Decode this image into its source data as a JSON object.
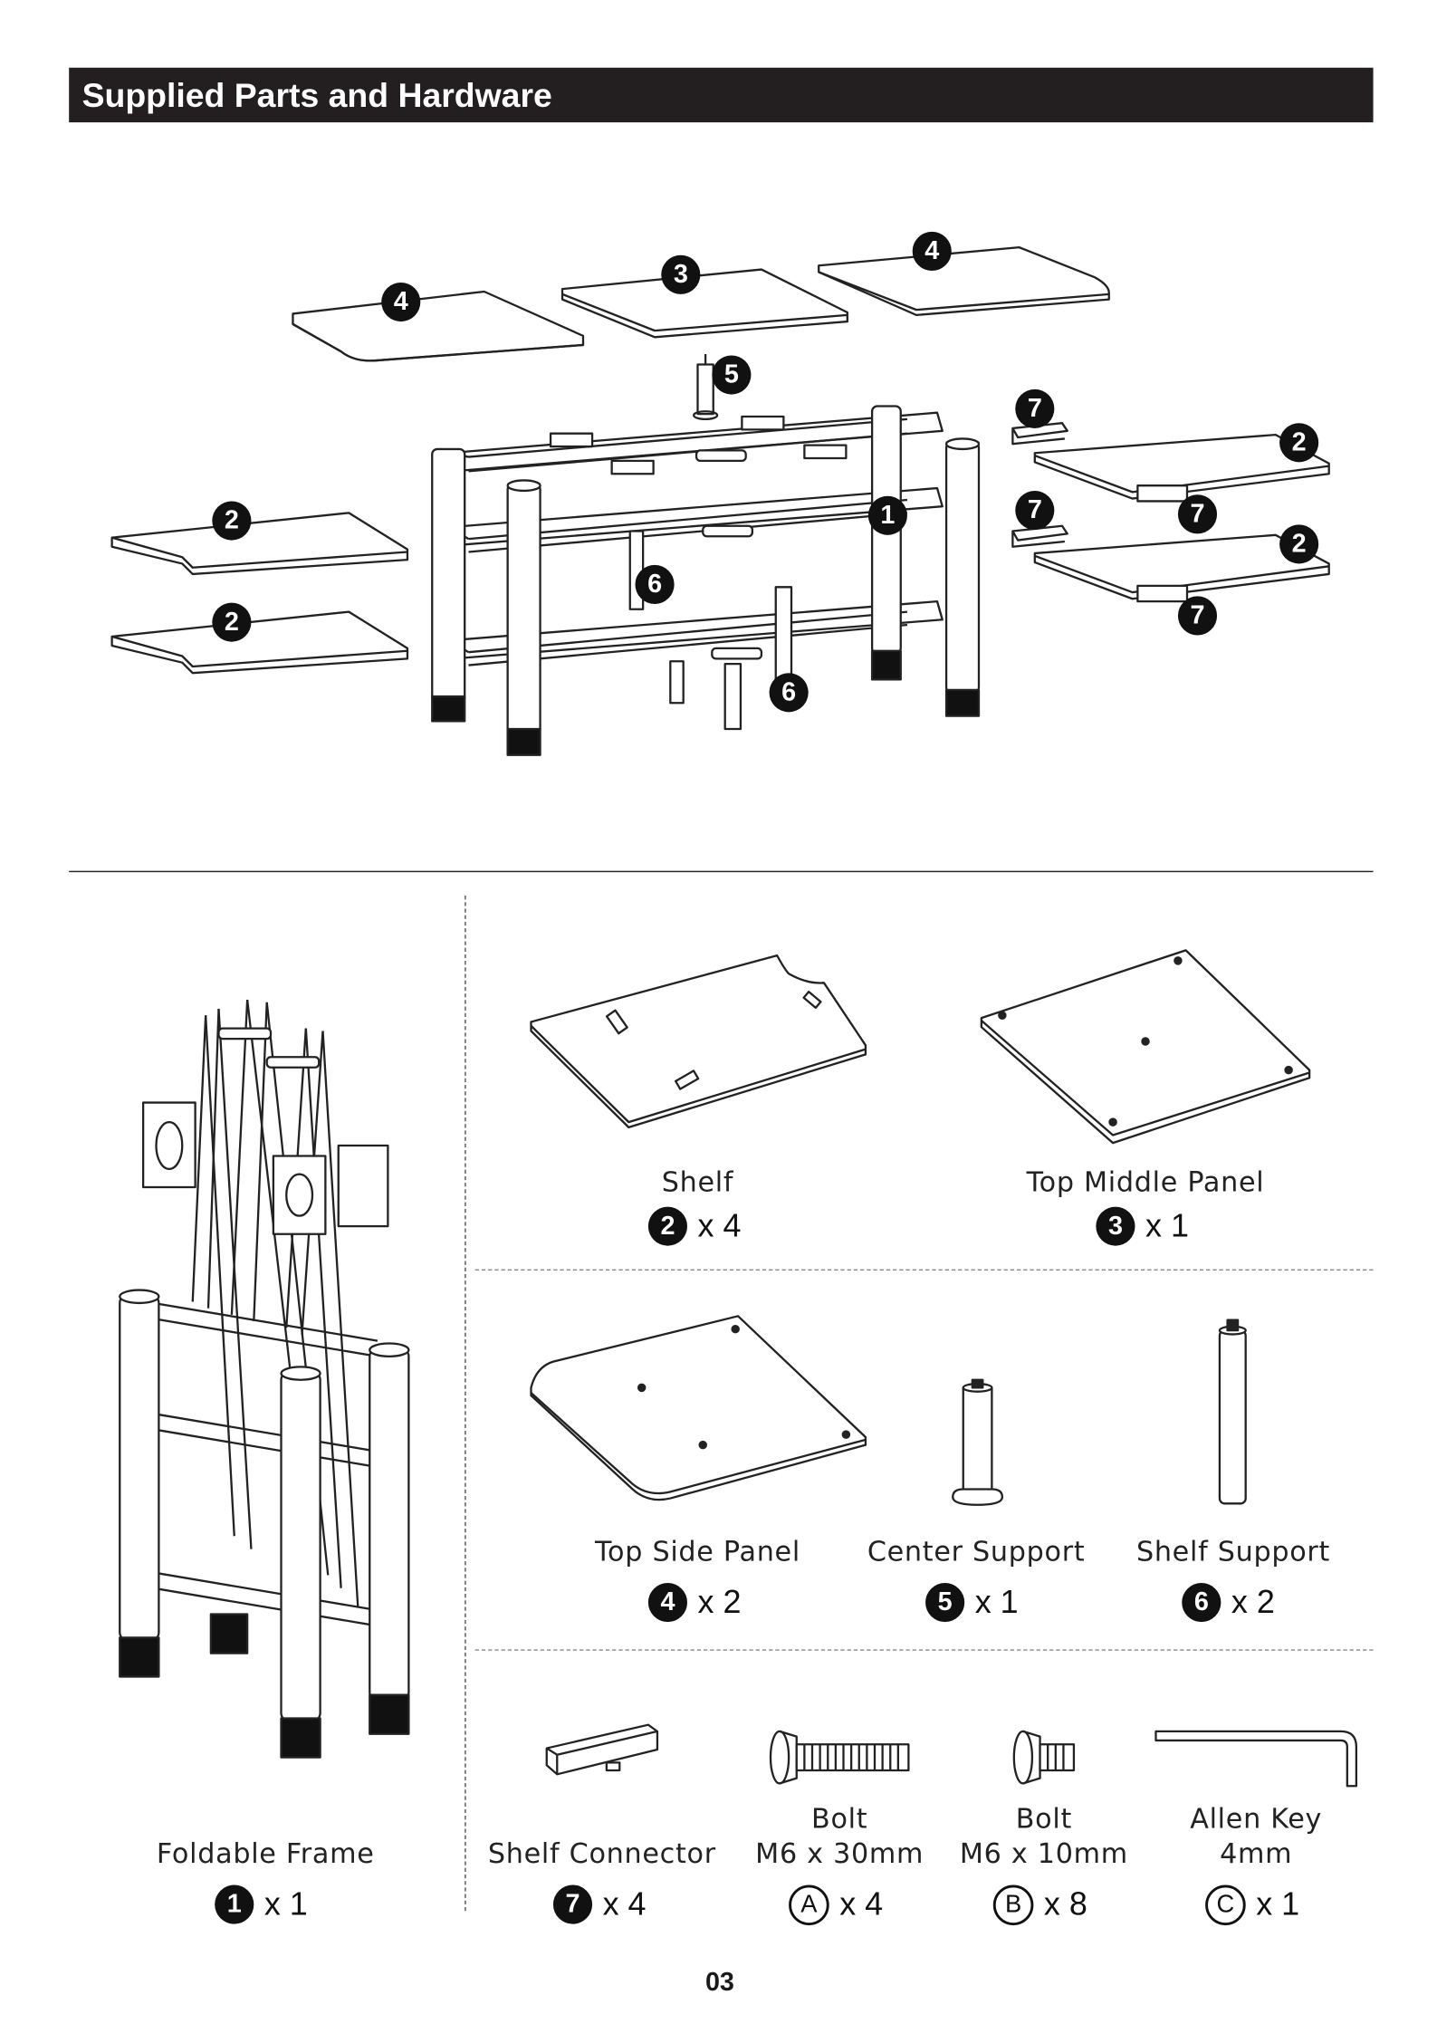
{
  "header": {
    "title": "Supplied Parts and Hardware"
  },
  "exploded_callouts": [
    "1",
    "2",
    "3",
    "4",
    "5",
    "6",
    "7"
  ],
  "parts": {
    "frame": {
      "name": "Foldable Frame",
      "marker": "1",
      "qty": "x 1"
    },
    "shelf": {
      "name": "Shelf",
      "marker": "2",
      "qty": "x 4"
    },
    "top_middle": {
      "name": "Top Middle Panel",
      "marker": "3",
      "qty": "x 1"
    },
    "top_side": {
      "name": "Top Side Panel",
      "marker": "4",
      "qty": "x 2"
    },
    "center_support": {
      "name": "Center Support",
      "marker": "5",
      "qty": "x 1"
    },
    "shelf_support": {
      "name": "Shelf Support",
      "marker": "6",
      "qty": "x 2"
    },
    "shelf_connector": {
      "name": "Shelf Connector",
      "marker": "7",
      "qty": "x 4"
    },
    "bolt_a": {
      "name": "Bolt",
      "size": "M6 x 30mm",
      "marker": "A",
      "qty": "x 4"
    },
    "bolt_b": {
      "name": "Bolt",
      "size": "M6 x 10mm",
      "marker": "B",
      "qty": "x 8"
    },
    "allen_key": {
      "name": "Allen Key",
      "size": "4mm",
      "marker": "C",
      "qty": "x 1"
    }
  },
  "footer": {
    "page_number": "03"
  }
}
